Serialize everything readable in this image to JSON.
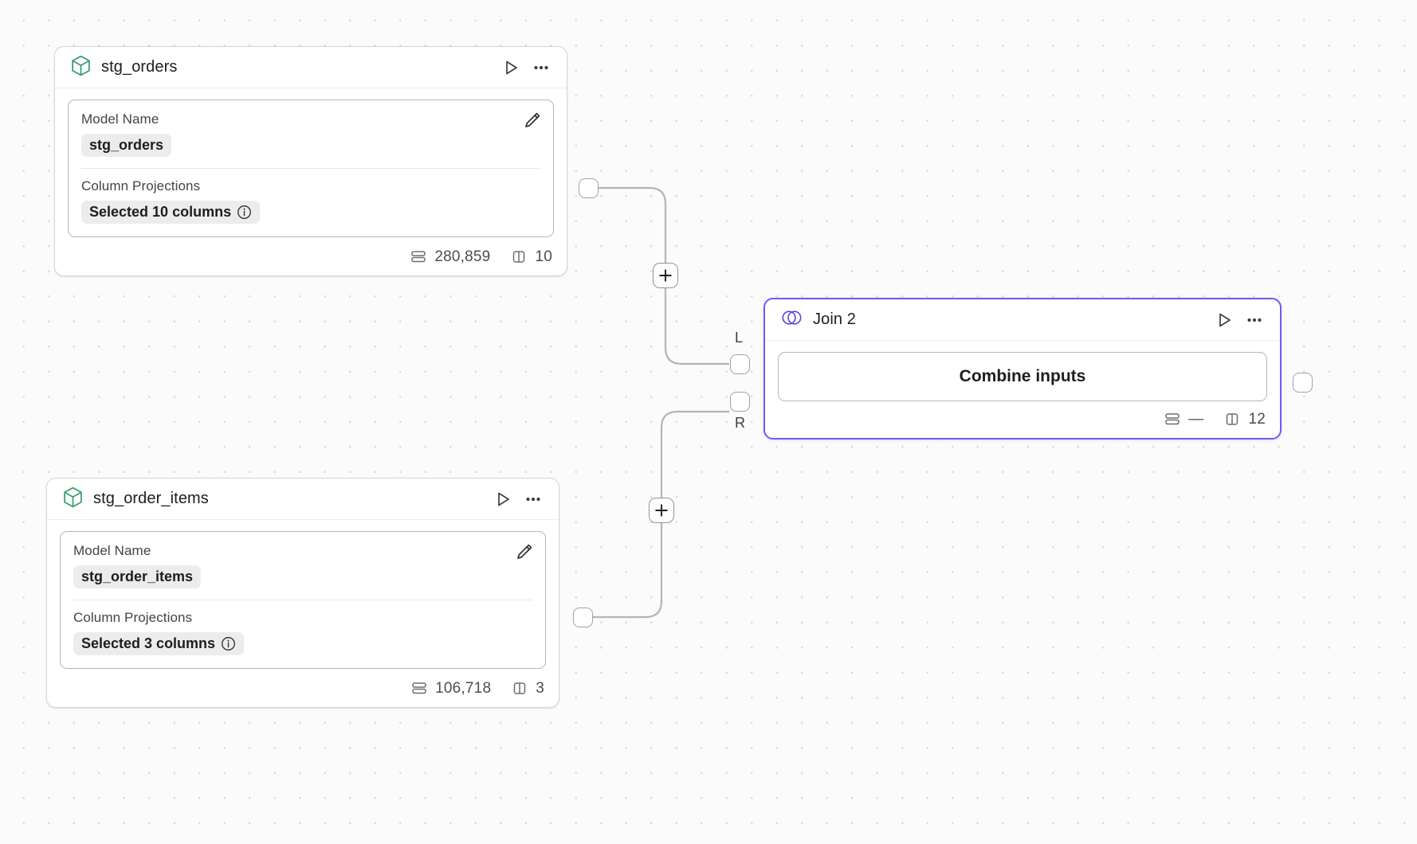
{
  "canvas": {
    "background": "#fbfbfb",
    "grid_dot_color": "#d7d7d9",
    "accent_color": "#6c5cf0",
    "model_icon_color": "#3a9e72"
  },
  "nodes": [
    {
      "id": "stg_orders",
      "icon": "cube-icon",
      "title": "stg_orders",
      "run_label": "Run",
      "menu_label": "More options",
      "fields": {
        "model_name_label": "Model Name",
        "model_name_value": "stg_orders",
        "column_projections_label": "Column Projections",
        "column_projections_value": "Selected 10 columns"
      },
      "footer": {
        "rows": "280,859",
        "columns": "10"
      }
    },
    {
      "id": "stg_order_items",
      "icon": "cube-icon",
      "title": "stg_order_items",
      "run_label": "Run",
      "menu_label": "More options",
      "fields": {
        "model_name_label": "Model Name",
        "model_name_value": "stg_order_items",
        "column_projections_label": "Column Projections",
        "column_projections_value": "Selected 3 columns"
      },
      "footer": {
        "rows": "106,718",
        "columns": "3"
      }
    }
  ],
  "join_node": {
    "id": "join_2",
    "icon": "venn-icon",
    "title": "Join 2",
    "selected": true,
    "run_label": "Run",
    "menu_label": "More options",
    "combine_button": "Combine inputs",
    "input_port_left_label": "L",
    "input_port_right_label": "R",
    "footer": {
      "rows": "—",
      "columns": "12"
    }
  },
  "edges": [
    {
      "from": "stg_orders",
      "to": "join_2",
      "to_port": "L",
      "add_button": "+"
    },
    {
      "from": "stg_order_items",
      "to": "join_2",
      "to_port": "R",
      "add_button": "+"
    }
  ]
}
